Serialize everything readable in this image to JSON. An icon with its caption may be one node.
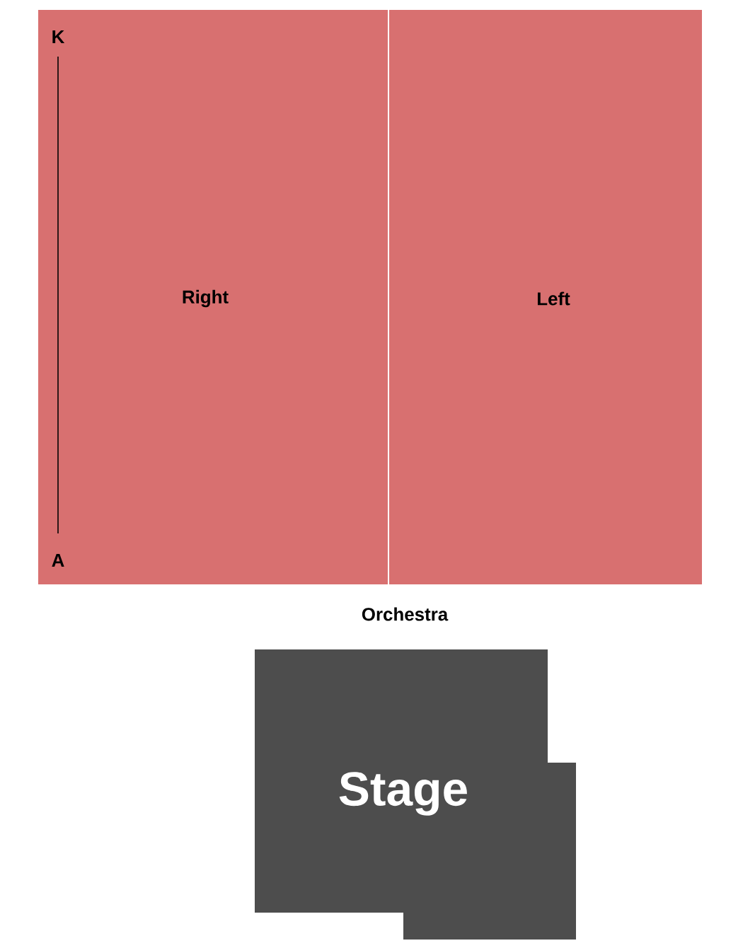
{
  "diagram": {
    "nodes": [
      {
        "text": [
          "Right"
        ]
      },
      {
        "text": [
          "Left"
        ]
      },
      {
        "text": [
          "Stage"
        ]
      }
    ],
    "labels": [
      "K",
      "A",
      "Orchestra"
    ]
  }
}
